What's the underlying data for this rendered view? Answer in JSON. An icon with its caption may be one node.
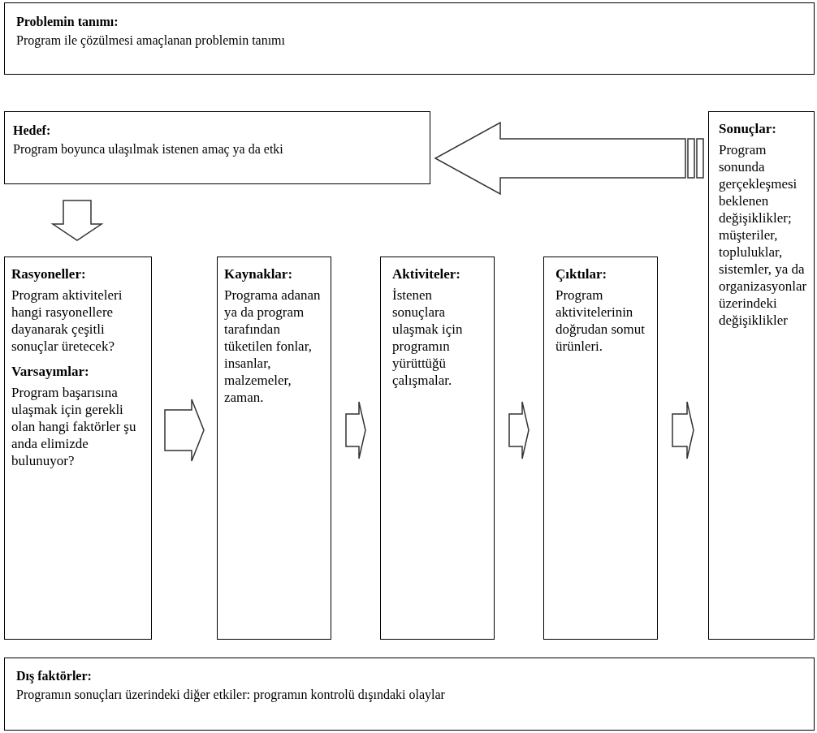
{
  "diagram": {
    "nodes": [
      {
        "text": [
          "Problemin tanımı:",
          "Program ile çözülmesi amaçlanan problemin tanımı"
        ]
      },
      {
        "text": [
          "Hedef:",
          "Program boyunca ulaşılmak istenen amaç ya da etki"
        ]
      },
      {
        "text": [
          "Sonuçlar:",
          "Program sonunda gerçekleşmesi beklenen değişiklikler; müşteriler, topluluklar, sistemler, ya da organizasyonlar üzerindeki değişiklikler"
        ]
      },
      {
        "text": [
          "Rasyoneller:",
          "Program aktiviteleri hangi rasyonellere dayanarak çeşitli sonuçlar üretecek?",
          "Varsayımlar:",
          "Program başarısına ulaşmak için gerekli olan hangi faktörler şu anda elimizde bulunuyor?"
        ]
      },
      {
        "text": [
          "Kaynaklar:",
          "Programa adanan ya da program tarafından tüketilen fonlar, insanlar, malzemeler, zaman."
        ]
      },
      {
        "text": [
          "Aktiviteler:",
          "İstenen sonuçlara ulaşmak için programın yürüttüğü çalışmalar."
        ]
      },
      {
        "text": [
          "Çıktılar:",
          "Program aktivitelerinin doğrudan somut ürünleri."
        ]
      },
      {
        "text": [
          "Dış faktörler:",
          "Programın sonuçları üzerindeki diğer etkiler: programın kontrolü dışındaki olaylar"
        ]
      }
    ],
    "edges": [
      {
        "from": 2,
        "to": 1,
        "arrow": "to"
      },
      {
        "from": 1,
        "to": 3,
        "arrow": "to"
      },
      {
        "from": 3,
        "to": 4,
        "arrow": "to"
      },
      {
        "from": 4,
        "to": 5,
        "arrow": "to"
      },
      {
        "from": 5,
        "to": 6,
        "arrow": "to"
      },
      {
        "from": 6,
        "to": 2,
        "arrow": "to"
      }
    ]
  }
}
